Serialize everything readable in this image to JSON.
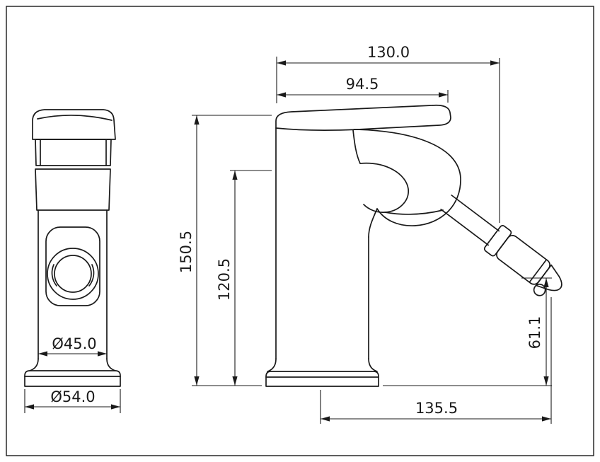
{
  "drawing": {
    "colors": {
      "line": "#1a1a1a",
      "background": "#ffffff"
    },
    "front_view": {
      "body_diameter_label": "Ø45.0",
      "base_diameter_label": "Ø54.0"
    },
    "side_view": {
      "overall_projection_label": "130.0",
      "handle_projection_label": "94.5",
      "overall_height_label": "150.5",
      "body_height_label": "120.5",
      "outlet_height_label": "61.1",
      "reach_label": "135.5"
    }
  }
}
